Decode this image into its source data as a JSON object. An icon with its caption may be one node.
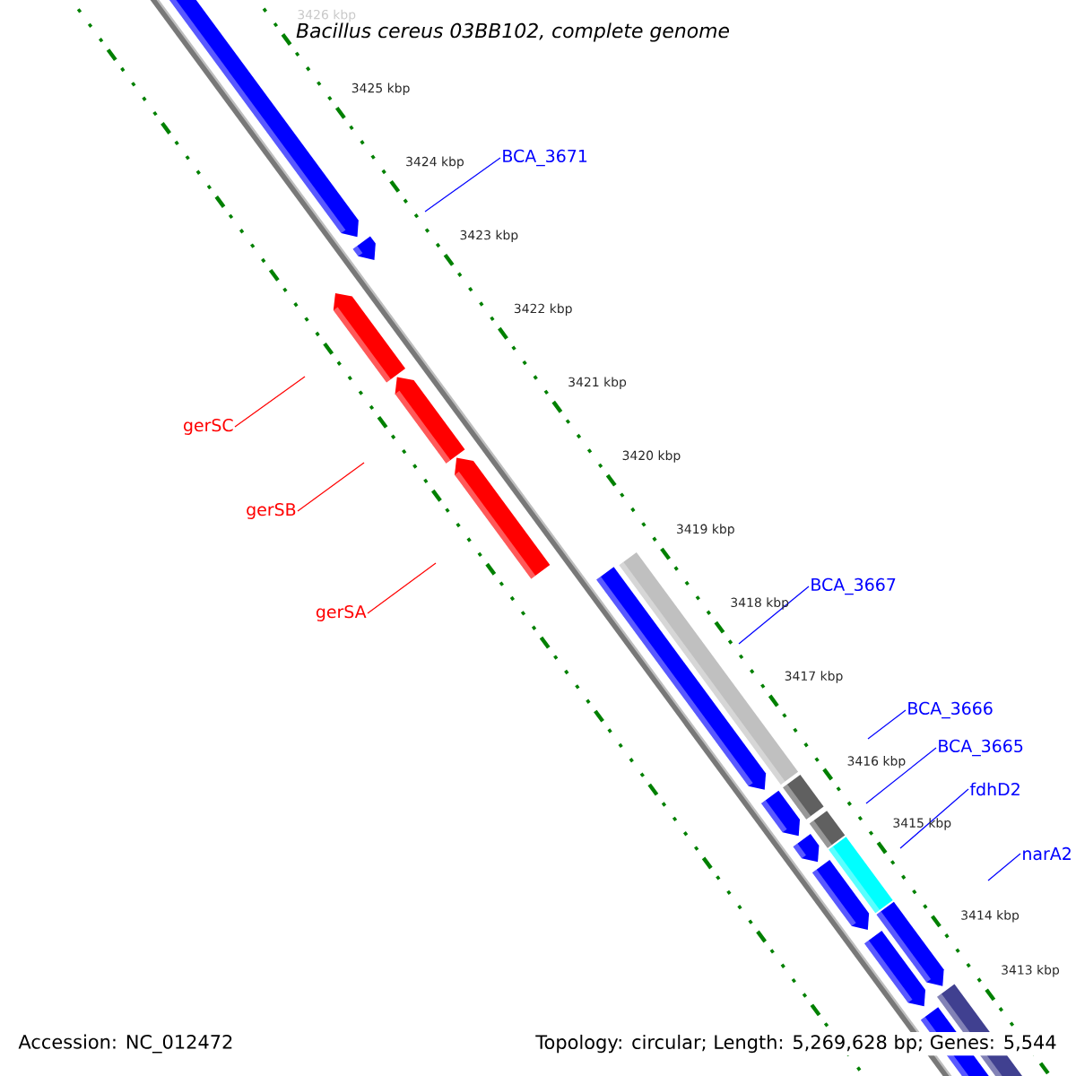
{
  "diagram": {
    "title": "Bacillus cereus 03BB102, complete genome",
    "nodes": [
      {
        "text": [
          "BCA_3671"
        ]
      },
      {
        "text": [
          "gerSC"
        ]
      },
      {
        "text": [
          "gerSB"
        ]
      },
      {
        "text": [
          "gerSA"
        ]
      },
      {
        "text": [
          "BCA_3667"
        ]
      },
      {
        "text": [
          "BCA_3666"
        ]
      },
      {
        "text": [
          "BCA_3665"
        ]
      },
      {
        "text": [
          "fdhD2"
        ]
      },
      {
        "text": [
          "narA2"
        ]
      }
    ],
    "edges": [
      {
        "from": 0,
        "to": null,
        "arrow": "none"
      },
      {
        "from": 1,
        "to": null,
        "arrow": "none",
        "color": "#ff0000"
      },
      {
        "from": 2,
        "to": null,
        "arrow": "none",
        "color": "#ff0000"
      },
      {
        "from": 3,
        "to": null,
        "arrow": "none",
        "color": "#ff0000"
      },
      {
        "from": 4,
        "to": null,
        "arrow": "none"
      },
      {
        "from": 5,
        "to": null,
        "arrow": "none"
      },
      {
        "from": 6,
        "to": null,
        "arrow": "none"
      },
      {
        "from": 7,
        "to": null,
        "arrow": "none"
      },
      {
        "from": 8,
        "to": null,
        "arrow": "none"
      }
    ],
    "labels": [
      "3426 kbp",
      "3425 kbp",
      "3424 kbp",
      "3423 kbp",
      "3422 kbp",
      "3421 kbp",
      "3420 kbp",
      "3419 kbp",
      "3418 kbp",
      "3417 kbp",
      "3416 kbp",
      "3415 kbp",
      "3414 kbp",
      "3413 kbp",
      "Accession: NC_012472",
      "Topology: circular; Length: 5,269,628 bp; Genes: 5,544"
    ]
  }
}
